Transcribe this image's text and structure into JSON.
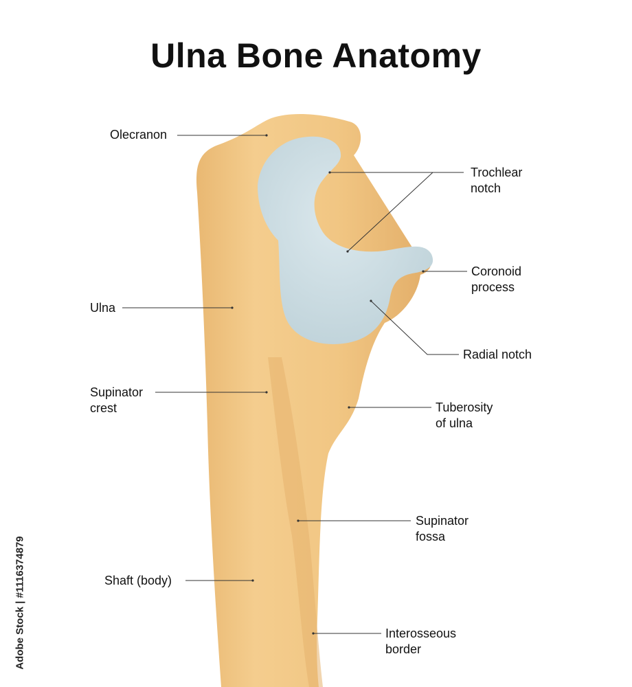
{
  "title": "Ulna Bone Anatomy",
  "labels": {
    "olecranon": "Olecranon",
    "trochlear_notch": "Trochlear\nnotch",
    "coronoid_process": "Coronoid\nprocess",
    "ulna": "Ulna",
    "radial_notch": "Radial notch",
    "supinator_crest": "Supinator\ncrest",
    "tuberosity_of_ulna": "Tuberosity\nof ulna",
    "supinator_fossa": "Supinator\nfossa",
    "shaft_body": "Shaft (body)",
    "interosseous_border": "Interosseous\nborder"
  },
  "watermark": "Adobe Stock | #1116374879",
  "colors": {
    "bone": "#f2c989",
    "bone_shade": "#e2ad68",
    "cartilage": "#cfe0e6",
    "line": "#333333"
  }
}
